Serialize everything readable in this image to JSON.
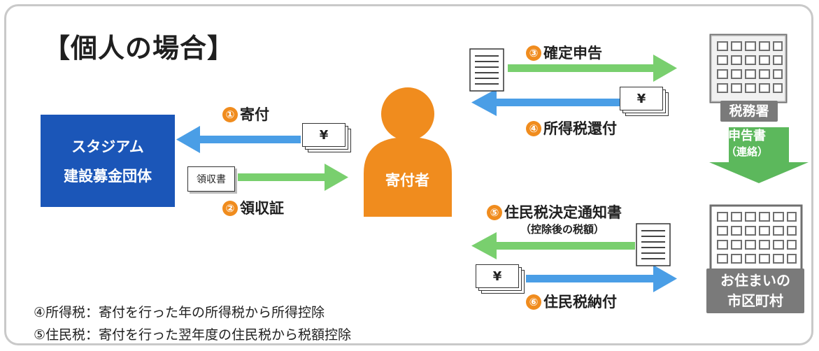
{
  "title": "【個人の場合】",
  "org": {
    "line1": "スタジアム",
    "line2": "建設募金団体"
  },
  "donor": "寄付者",
  "tax_office": "税務署",
  "municipality": {
    "line1": "お住まいの",
    "line2": "市区町村"
  },
  "notify": {
    "line1": "申告書",
    "line2": "（連絡）"
  },
  "steps": {
    "s1": {
      "num": "①",
      "label": "寄付"
    },
    "s2": {
      "num": "②",
      "label": "領収証"
    },
    "s3": {
      "num": "③",
      "label": "確定申告"
    },
    "s4": {
      "num": "④",
      "label": "所得税還付"
    },
    "s5": {
      "num": "⑤",
      "label": "住民税決定通知書",
      "sub": "（控除後の税額）"
    },
    "s6": {
      "num": "⑥",
      "label": "住民税納付"
    }
  },
  "receipt_doc": "領収書",
  "yen": "¥",
  "notes": [
    "④所得税：寄付を行った年の所得税から所得控除",
    "⑤住民税：寄付を行った翌年度の住民税から税額控除"
  ],
  "colors": {
    "org_blue": "#1b56b8",
    "donor_orange": "#f08c1e",
    "arrow_blue": "#4a9ee6",
    "arrow_green": "#79cf6e",
    "notify_green": "#5cb85c",
    "building_gray": "#7a7a7a"
  }
}
